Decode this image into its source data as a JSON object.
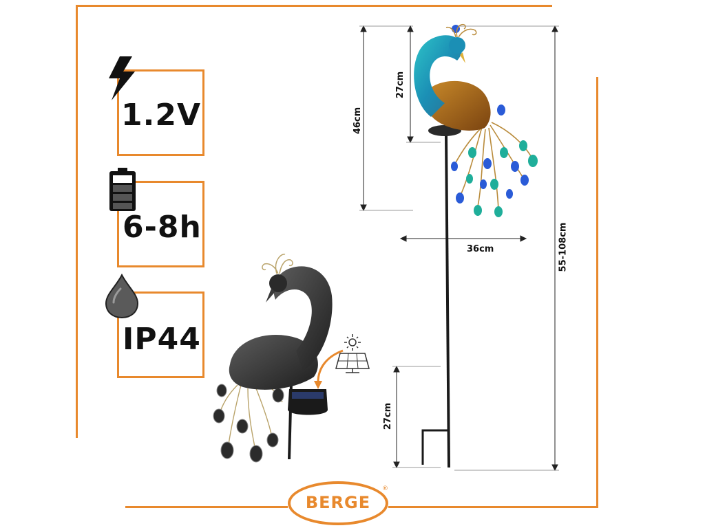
{
  "specs": {
    "voltage": "1.2V",
    "runtime": "6-8h",
    "protection": "IP44"
  },
  "icons": {
    "voltage": "lightning-bolt-icon",
    "runtime": "battery-icon",
    "protection": "water-drop-icon",
    "solar": "solar-panel-sun-icon"
  },
  "dimensions": {
    "head_height": "27cm",
    "body_height": "46cm",
    "width": "36cm",
    "total_height": "55-108cm",
    "stake_height": "27cm"
  },
  "brand": {
    "name": "BERGE",
    "registered": "®"
  },
  "colors": {
    "accent": "#e8892d",
    "text": "#111111"
  }
}
